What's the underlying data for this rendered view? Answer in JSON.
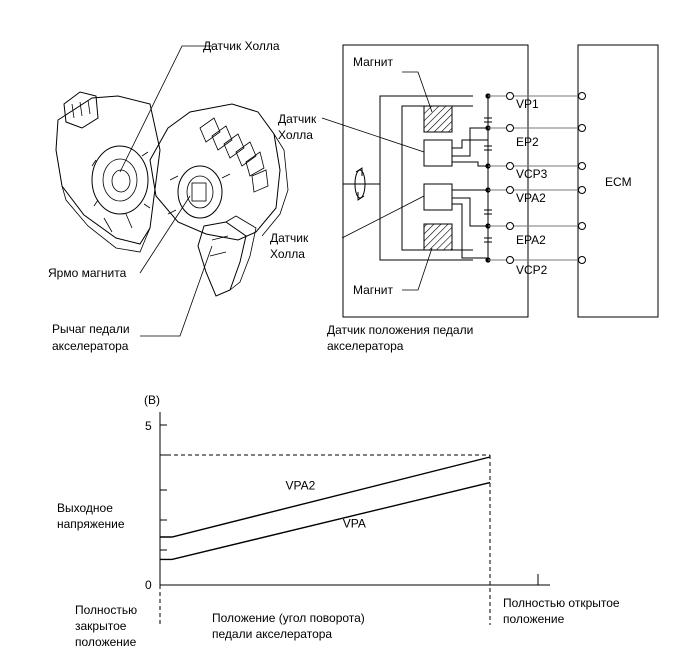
{
  "labels": {
    "hall_sensor_top": "Датчик Холла",
    "magnet_yoke": "Ярмо магнита",
    "pedal_lever_line1": "Рычаг педали",
    "pedal_lever_line2": "акселератора",
    "magnet_top": "Магнит",
    "magnet_bottom": "Магнит",
    "hall_upper_line1": "Датчик",
    "hall_upper_line2": "Холла",
    "hall_lower_line1": "Датчик",
    "hall_lower_line2": "Холла",
    "ecm": "ECM",
    "pedal_sensor_line1": "Датчик положения педали",
    "pedal_sensor_line2": "акселератора"
  },
  "terminals": [
    "VP1",
    "EP2",
    "VCP3",
    "VPA2",
    "EPA2",
    "VCP2"
  ],
  "chart_data": {
    "type": "line",
    "y_unit": "(B)",
    "y_ticks": [
      "5",
      "0"
    ],
    "ylim": [
      0,
      5
    ],
    "ylabel_line1": "Выходное",
    "ylabel_line2": "напряжение",
    "xlabel_line1": "Положение (угол поворота)",
    "xlabel_line2": "педали акселератора",
    "x_start_label": [
      "Полностью",
      "закрытое",
      "положение"
    ],
    "x_end_label": [
      "Полностью открытое",
      "положение"
    ],
    "x_categories": [
      "closed",
      "open"
    ],
    "series": [
      {
        "name": "VPA2",
        "values": [
          1.5,
          4.0
        ]
      },
      {
        "name": "VPA",
        "values": [
          0.8,
          3.2
        ]
      }
    ]
  }
}
